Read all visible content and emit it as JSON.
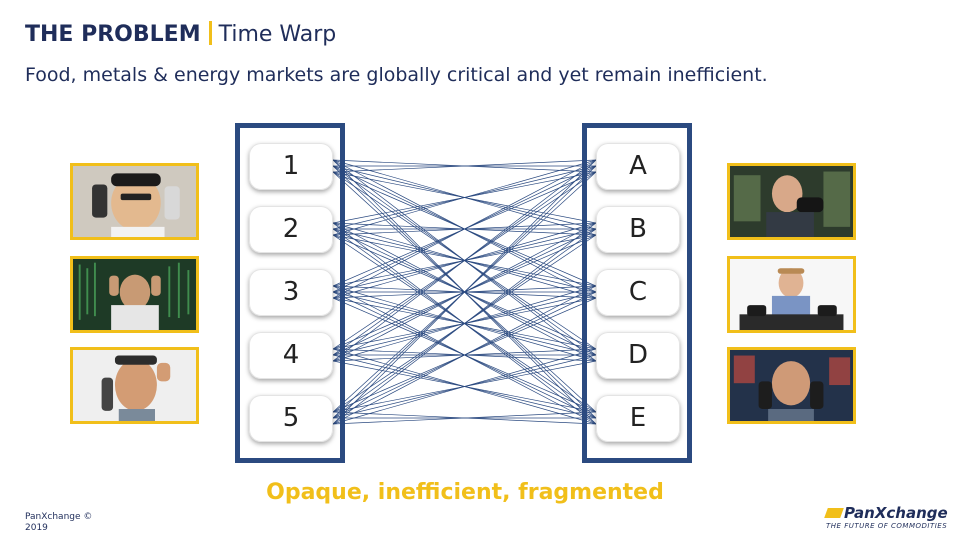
{
  "header": {
    "title_bold": "THE PROBLEM",
    "title_rest": "Time Warp",
    "subtitle": "Food, metals & energy markets are globally critical and yet remain inefficient."
  },
  "diagram": {
    "left_nodes": [
      "1",
      "2",
      "3",
      "4",
      "5"
    ],
    "right_nodes": [
      "A",
      "B",
      "C",
      "D",
      "E"
    ],
    "tagline": "Opaque, inefficient, fragmented"
  },
  "footer": {
    "copyright_line1": "PanXchange ©",
    "copyright_line2": "2019"
  },
  "logo": {
    "name": "PanXchange",
    "tagline": "THE FUTURE OF COMMODITIES"
  },
  "colors": {
    "navy": "#2b4a80",
    "accent_gold": "#f1bf1a",
    "text_navy": "#1f2d5a"
  },
  "photos": {
    "left": [
      "trader-two-phones-photo",
      "stressed-trader-screens-photo",
      "panicked-trader-phone-photo"
    ],
    "right": [
      "yelling-trader-phone-photo",
      "overwhelmed-trader-phones-photo",
      "trader-screens-phones-photo"
    ]
  }
}
